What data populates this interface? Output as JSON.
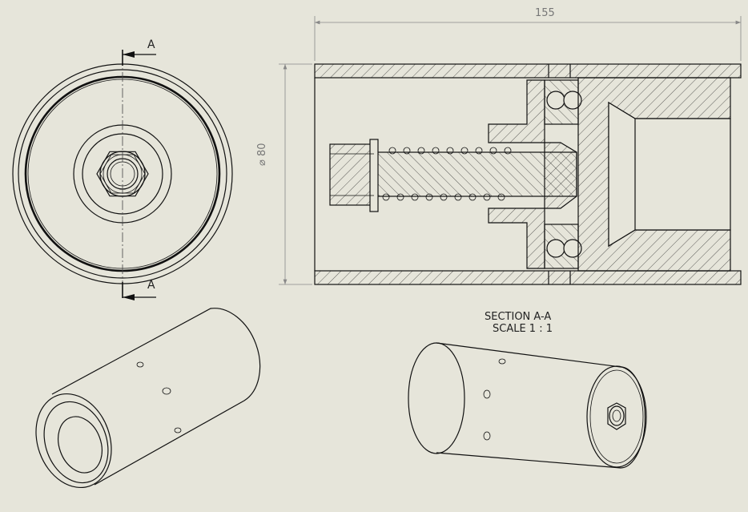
{
  "dimensions": {
    "overall_length": "155",
    "diameter": "⌀ 80"
  },
  "section_labels": {
    "top_arrow": "A",
    "bottom_arrow": "A"
  },
  "section_caption": {
    "line1": "SECTION A-A",
    "line2": "SCALE 1 : 1"
  },
  "colors": {
    "sheet_background": "#e6e5da",
    "line": "#111111",
    "dimension_line": "#888888"
  }
}
